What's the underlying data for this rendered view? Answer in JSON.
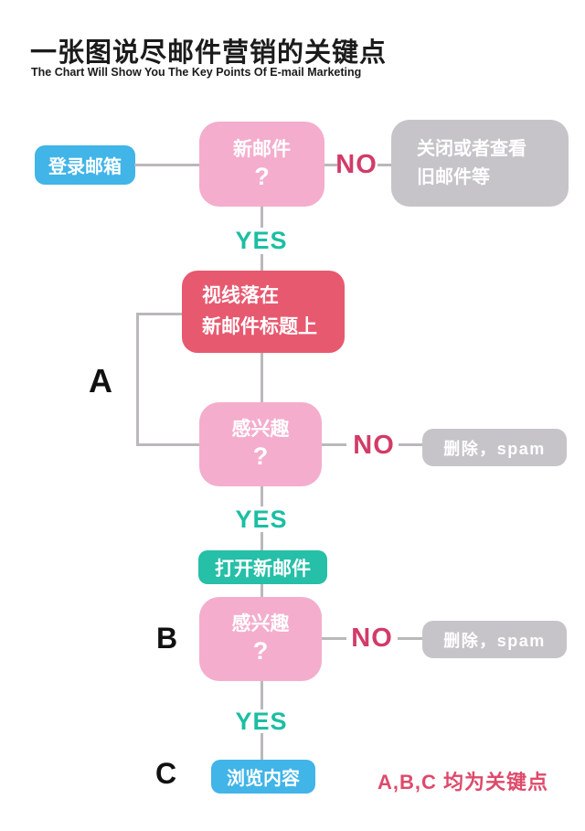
{
  "header": {
    "title": "一张图说尽邮件营销的关键点",
    "subtitle": "The Chart Will Show You The Key Points Of E-mail Marketing"
  },
  "flow": {
    "yes_label": "YES",
    "no_label": "NO",
    "login": {
      "label": "登录邮箱"
    },
    "new_mail": {
      "line1": "新邮件",
      "mark": "?"
    },
    "close_old": {
      "line1": "关闭或者查看",
      "line2": "旧邮件等"
    },
    "gaze": {
      "line1": "视线落在",
      "line2": "新邮件标题上"
    },
    "interested1": {
      "line1": "感兴趣",
      "mark": "?"
    },
    "delete_spam1": {
      "label": "删除，spam"
    },
    "open_mail": {
      "label": "打开新邮件"
    },
    "interested2": {
      "line1": "感兴趣",
      "mark": "?"
    },
    "delete_spam2": {
      "label": "删除，spam"
    },
    "browse": {
      "label": "浏览内容"
    },
    "label_a": "A",
    "label_b": "B",
    "label_c": "C",
    "footer_note": "A,B,C 均为关键点"
  },
  "colors": {
    "blue": "#41B4E8",
    "pink": "#F4ADCD",
    "red_box": "#E7596F",
    "teal": "#26BFA8",
    "gray_box": "#C6C4C9",
    "yes_text": "#1CBEA3",
    "no_text": "#D23B68",
    "line": "#BBB8BC",
    "note_red": "#DE4A6B",
    "title_black": "#1B1B1B"
  }
}
